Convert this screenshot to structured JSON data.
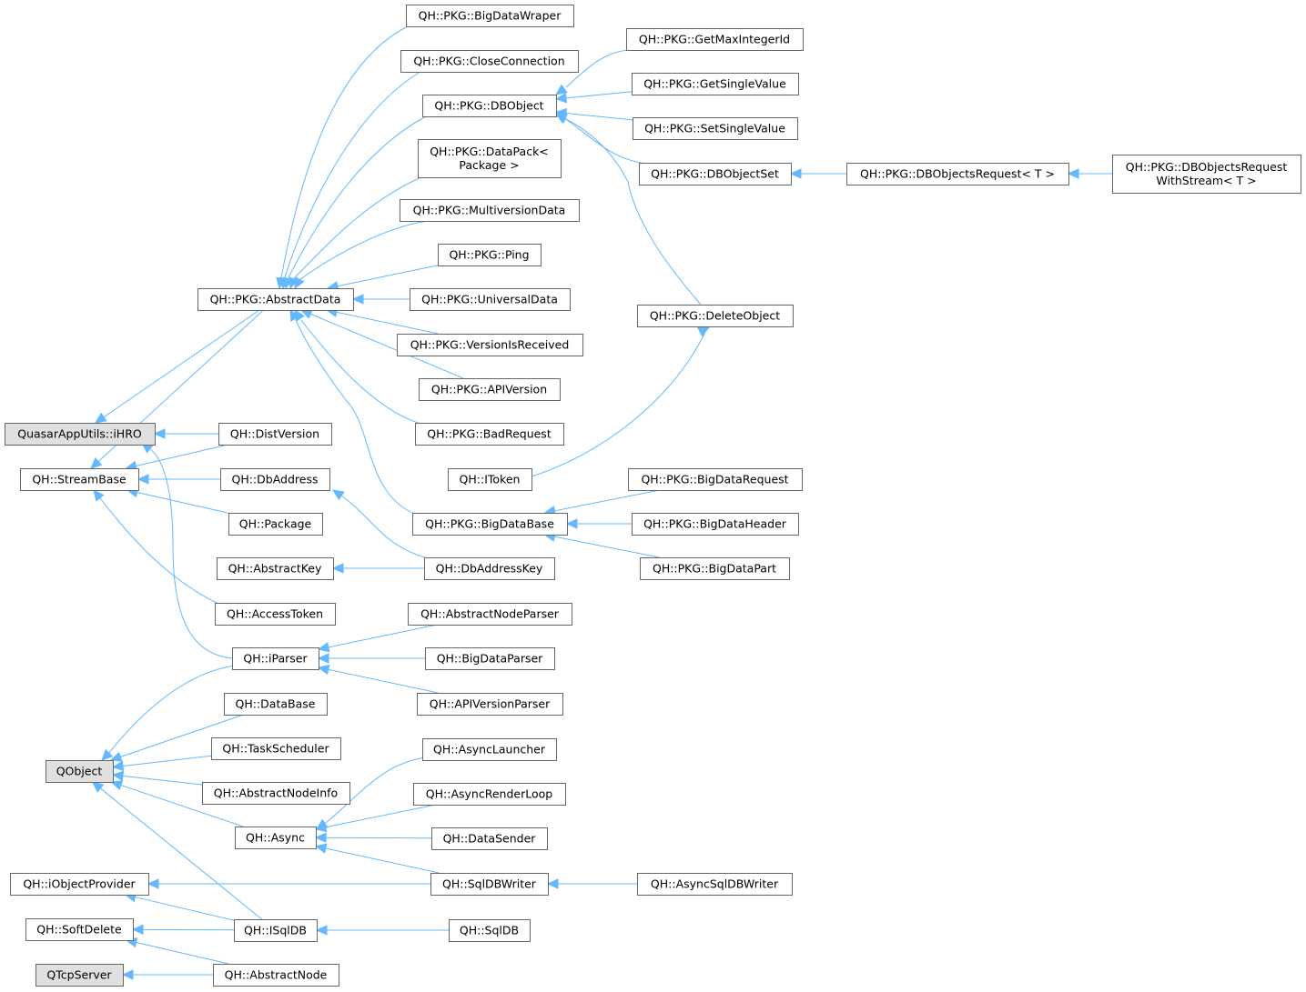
{
  "colors": {
    "edge": "#63b8ff",
    "node_fill": "#ffffff",
    "external_node_fill": "#e0e0e0",
    "node_border": "#666666"
  },
  "nodes": [
    {
      "id": "ihro",
      "label": [
        "QuasarAppUtils::iHRO"
      ],
      "external": true
    },
    {
      "id": "streambase",
      "label": [
        "QH::StreamBase"
      ]
    },
    {
      "id": "qobject",
      "label": [
        "QObject"
      ],
      "external": true
    },
    {
      "id": "iobjectprovider",
      "label": [
        "QH::iObjectProvider"
      ]
    },
    {
      "id": "softdelete",
      "label": [
        "QH::SoftDelete"
      ]
    },
    {
      "id": "qtcpserver",
      "label": [
        "QTcpServer"
      ],
      "external": true
    },
    {
      "id": "abstractdata",
      "label": [
        "QH::PKG::AbstractData"
      ]
    },
    {
      "id": "distversion",
      "label": [
        "QH::DistVersion"
      ]
    },
    {
      "id": "dbaddress",
      "label": [
        "QH::DbAddress"
      ]
    },
    {
      "id": "package",
      "label": [
        "QH::Package"
      ]
    },
    {
      "id": "abstractkey",
      "label": [
        "QH::AbstractKey"
      ]
    },
    {
      "id": "accesstoken",
      "label": [
        "QH::AccessToken"
      ]
    },
    {
      "id": "iparser",
      "label": [
        "QH::iParser"
      ]
    },
    {
      "id": "database",
      "label": [
        "QH::DataBase"
      ]
    },
    {
      "id": "taskscheduler",
      "label": [
        "QH::TaskScheduler"
      ]
    },
    {
      "id": "abstractnodeinfo",
      "label": [
        "QH::AbstractNodeInfo"
      ]
    },
    {
      "id": "async",
      "label": [
        "QH::Async"
      ]
    },
    {
      "id": "isqldb",
      "label": [
        "QH::ISqlDB"
      ]
    },
    {
      "id": "abstractnode",
      "label": [
        "QH::AbstractNode"
      ]
    },
    {
      "id": "bigdatawraper",
      "label": [
        "QH::PKG::BigDataWraper"
      ]
    },
    {
      "id": "closeconnection",
      "label": [
        "QH::PKG::CloseConnection"
      ]
    },
    {
      "id": "dbobject",
      "label": [
        "QH::PKG::DBObject"
      ]
    },
    {
      "id": "datapack",
      "label": [
        "QH::PKG::DataPack<",
        "Package >"
      ]
    },
    {
      "id": "multiversiondata",
      "label": [
        "QH::PKG::MultiversionData"
      ]
    },
    {
      "id": "ping",
      "label": [
        "QH::PKG::Ping"
      ]
    },
    {
      "id": "universaldata",
      "label": [
        "QH::PKG::UniversalData"
      ]
    },
    {
      "id": "versionisreceived",
      "label": [
        "QH::PKG::VersionIsReceived"
      ]
    },
    {
      "id": "apiversion",
      "label": [
        "QH::PKG::APIVersion"
      ]
    },
    {
      "id": "badrequest",
      "label": [
        "QH::PKG::BadRequest"
      ]
    },
    {
      "id": "itoken",
      "label": [
        "QH::IToken"
      ]
    },
    {
      "id": "bigdatabase",
      "label": [
        "QH::PKG::BigDataBase"
      ]
    },
    {
      "id": "dbaddresskey",
      "label": [
        "QH::DbAddressKey"
      ]
    },
    {
      "id": "abstractnodeparser",
      "label": [
        "QH::AbstractNodeParser"
      ]
    },
    {
      "id": "bigdataparser",
      "label": [
        "QH::BigDataParser"
      ]
    },
    {
      "id": "apiversionparser",
      "label": [
        "QH::APIVersionParser"
      ]
    },
    {
      "id": "asynclauncher",
      "label": [
        "QH::AsyncLauncher"
      ]
    },
    {
      "id": "asyncrenderloop",
      "label": [
        "QH::AsyncRenderLoop"
      ]
    },
    {
      "id": "datasender",
      "label": [
        "QH::DataSender"
      ]
    },
    {
      "id": "sqldbwriter",
      "label": [
        "QH::SqlDBWriter"
      ]
    },
    {
      "id": "sqldb",
      "label": [
        "QH::SqlDB"
      ]
    },
    {
      "id": "getmaxintegerid",
      "label": [
        "QH::PKG::GetMaxIntegerId"
      ]
    },
    {
      "id": "getsinglevalue",
      "label": [
        "QH::PKG::GetSingleValue"
      ]
    },
    {
      "id": "setsinglevalue",
      "label": [
        "QH::PKG::SetSingleValue"
      ]
    },
    {
      "id": "dbobjectset",
      "label": [
        "QH::PKG::DBObjectSet"
      ]
    },
    {
      "id": "deleteobject",
      "label": [
        "QH::PKG::DeleteObject"
      ]
    },
    {
      "id": "bigdatarequest",
      "label": [
        "QH::PKG::BigDataRequest"
      ]
    },
    {
      "id": "bigdataheader",
      "label": [
        "QH::PKG::BigDataHeader"
      ]
    },
    {
      "id": "bigdatapart",
      "label": [
        "QH::PKG::BigDataPart"
      ]
    },
    {
      "id": "asyncsqldbwriter",
      "label": [
        "QH::AsyncSqlDBWriter"
      ]
    },
    {
      "id": "dbobjectsrequest",
      "label": [
        "QH::PKG::DBObjectsRequest< T >"
      ]
    },
    {
      "id": "dbobjectsrequestwithstream",
      "label": [
        "QH::PKG::DBObjectsRequest",
        "WithStream< T >"
      ]
    }
  ],
  "edges": [
    {
      "from": "abstractdata",
      "to": "ihro"
    },
    {
      "from": "distversion",
      "to": "ihro"
    },
    {
      "from": "iparser",
      "to": "ihro"
    },
    {
      "from": "abstractdata",
      "to": "streambase"
    },
    {
      "from": "distversion",
      "to": "streambase"
    },
    {
      "from": "dbaddress",
      "to": "streambase"
    },
    {
      "from": "package",
      "to": "streambase"
    },
    {
      "from": "accesstoken",
      "to": "streambase"
    },
    {
      "from": "bigdatawraper",
      "to": "abstractdata"
    },
    {
      "from": "closeconnection",
      "to": "abstractdata"
    },
    {
      "from": "dbobject",
      "to": "abstractdata"
    },
    {
      "from": "datapack",
      "to": "abstractdata"
    },
    {
      "from": "multiversiondata",
      "to": "abstractdata"
    },
    {
      "from": "ping",
      "to": "abstractdata"
    },
    {
      "from": "universaldata",
      "to": "abstractdata"
    },
    {
      "from": "versionisreceived",
      "to": "abstractdata"
    },
    {
      "from": "apiversion",
      "to": "abstractdata"
    },
    {
      "from": "badrequest",
      "to": "abstractdata"
    },
    {
      "from": "bigdatabase",
      "to": "abstractdata"
    },
    {
      "from": "getmaxintegerid",
      "to": "dbobject"
    },
    {
      "from": "getsinglevalue",
      "to": "dbobject"
    },
    {
      "from": "setsinglevalue",
      "to": "dbobject"
    },
    {
      "from": "dbobjectset",
      "to": "dbobject"
    },
    {
      "from": "deleteobject",
      "to": "dbobject"
    },
    {
      "from": "dbobjectsrequest",
      "to": "dbobjectset"
    },
    {
      "from": "dbobjectsrequestwithstream",
      "to": "dbobjectsrequest"
    },
    {
      "from": "itoken",
      "to": "deleteobject"
    },
    {
      "from": "bigdatarequest",
      "to": "bigdatabase"
    },
    {
      "from": "bigdataheader",
      "to": "bigdatabase"
    },
    {
      "from": "bigdatapart",
      "to": "bigdatabase"
    },
    {
      "from": "dbaddresskey",
      "to": "dbaddress"
    },
    {
      "from": "dbaddresskey",
      "to": "abstractkey"
    },
    {
      "from": "abstractnodeparser",
      "to": "iparser"
    },
    {
      "from": "bigdataparser",
      "to": "iparser"
    },
    {
      "from": "apiversionparser",
      "to": "iparser"
    },
    {
      "from": "iparser",
      "to": "qobject"
    },
    {
      "from": "database",
      "to": "qobject"
    },
    {
      "from": "taskscheduler",
      "to": "qobject"
    },
    {
      "from": "abstractnodeinfo",
      "to": "qobject"
    },
    {
      "from": "async",
      "to": "qobject"
    },
    {
      "from": "isqldb",
      "to": "qobject"
    },
    {
      "from": "asynclauncher",
      "to": "async"
    },
    {
      "from": "asyncrenderloop",
      "to": "async"
    },
    {
      "from": "datasender",
      "to": "async"
    },
    {
      "from": "sqldbwriter",
      "to": "async"
    },
    {
      "from": "sqldbwriter",
      "to": "iobjectprovider"
    },
    {
      "from": "isqldb",
      "to": "iobjectprovider"
    },
    {
      "from": "asyncsqldbwriter",
      "to": "sqldbwriter"
    },
    {
      "from": "isqldb",
      "to": "softdelete"
    },
    {
      "from": "abstractnode",
      "to": "softdelete"
    },
    {
      "from": "sqldb",
      "to": "isqldb"
    },
    {
      "from": "abstractnode",
      "to": "qtcpserver"
    }
  ]
}
